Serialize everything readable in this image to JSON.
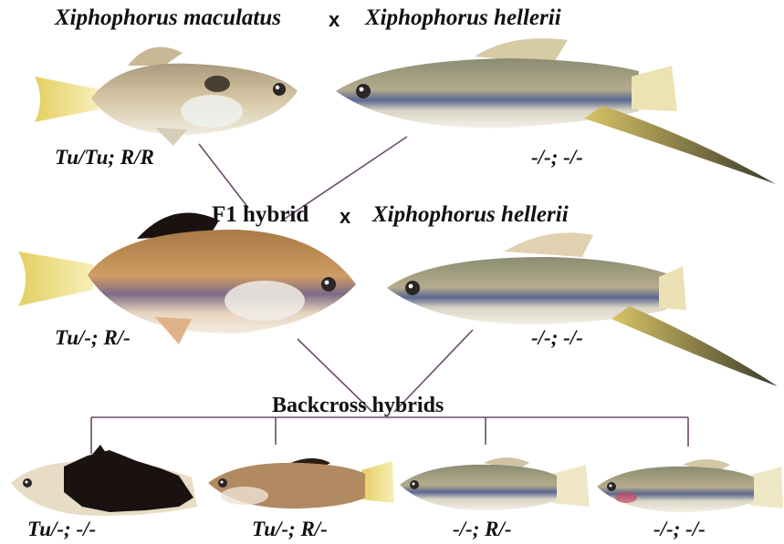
{
  "cross1": {
    "female": "Xiphophorus maculatus",
    "symbol": "x",
    "male": "Xiphophorus hellerii",
    "female_genotype": "Tu/Tu; R/R",
    "male_genotype": "-/-; -/-"
  },
  "cross2": {
    "female": "F1 hybrid",
    "symbol": "x",
    "male": "Xiphophorus hellerii",
    "female_genotype": "Tu/-; R/-",
    "male_genotype": "-/-; -/-"
  },
  "backcross": {
    "title": "Backcross hybrids",
    "genotypes": [
      "Tu/-; -/-",
      "Tu/-; R/-",
      "-/-; R/-",
      "-/-; -/-"
    ]
  },
  "colors": {
    "line": "#6b4a6b",
    "platy_body": "#c9b592",
    "swordtail_body": "#9b9a86",
    "f1_body": "#c8864e",
    "black_pigment": "#1a1210",
    "tail_yellow": "#f0df7a"
  }
}
